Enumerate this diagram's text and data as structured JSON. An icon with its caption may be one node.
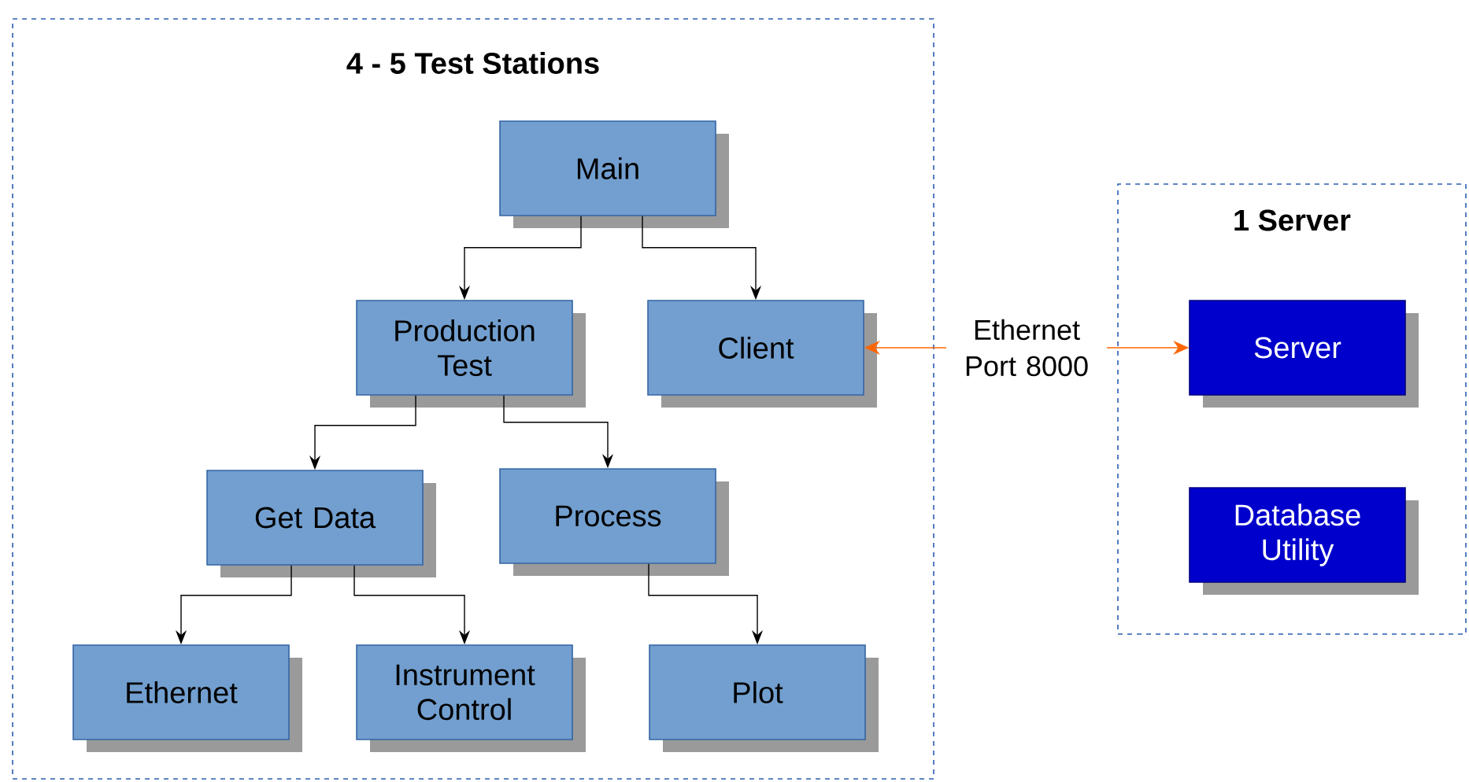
{
  "diagram": {
    "nodes": [
      {
        "text": [
          "4 - 5 Test Stations"
        ]
      },
      {
        "text": [
          "Main"
        ],
        "in": 0
      },
      {
        "text": [
          "Production Test"
        ],
        "in": 0
      },
      {
        "text": [
          "Client"
        ],
        "in": 0
      },
      {
        "text": [
          "Get Data"
        ],
        "in": 0
      },
      {
        "text": [
          "Process"
        ],
        "in": 0
      },
      {
        "text": [
          "Ethernet"
        ],
        "in": 0
      },
      {
        "text": [
          "Instrument Control"
        ],
        "in": 0
      },
      {
        "text": [
          "Plot"
        ],
        "in": 0
      },
      {
        "text": [
          "1 Server"
        ]
      },
      {
        "text": [
          "Server"
        ],
        "in": 9
      },
      {
        "text": [
          "Database Utility"
        ],
        "in": 9
      }
    ],
    "edges": [
      {
        "from": 1,
        "to": 2,
        "arrow": "to"
      },
      {
        "from": 1,
        "to": 3,
        "arrow": "to"
      },
      {
        "from": 2,
        "to": 4,
        "arrow": "to"
      },
      {
        "from": 2,
        "to": 5,
        "arrow": "to"
      },
      {
        "from": 4,
        "to": 6,
        "arrow": "to"
      },
      {
        "from": 4,
        "to": 7,
        "arrow": "to"
      },
      {
        "from": 5,
        "to": 8,
        "arrow": "to"
      },
      {
        "from": 3,
        "to": 10,
        "arrow": "both",
        "label": "Ethernet Port 8000",
        "color": "#ff6600"
      }
    ]
  }
}
